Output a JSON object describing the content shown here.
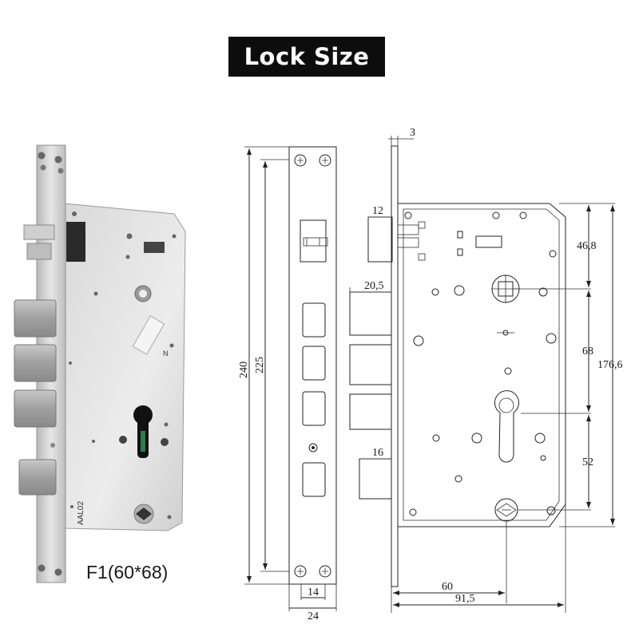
{
  "title": "Lock Size",
  "model_label": "F1(60*68)",
  "engraving": {
    "brand": "AAL02",
    "letter": "N"
  },
  "front_view": {
    "dimensions": {
      "height_total": "240",
      "height_inner": "225",
      "width_inner": "14",
      "width_total": "24"
    }
  },
  "side_view": {
    "dimensions": {
      "faceplate": "3",
      "latch": "12",
      "bolts": "20,5",
      "lower_bolt": "16",
      "top_to_spindle": "46,8",
      "spindle_to_cylinder": "68",
      "body_height": "176,6",
      "cylinder_to_bottom": "52",
      "backset": "60",
      "body_depth": "91,5"
    }
  },
  "colors": {
    "badge_bg": "#0d0d0d",
    "badge_text": "#ffffff",
    "steel": "#c9c9c9",
    "line": "#222222"
  }
}
